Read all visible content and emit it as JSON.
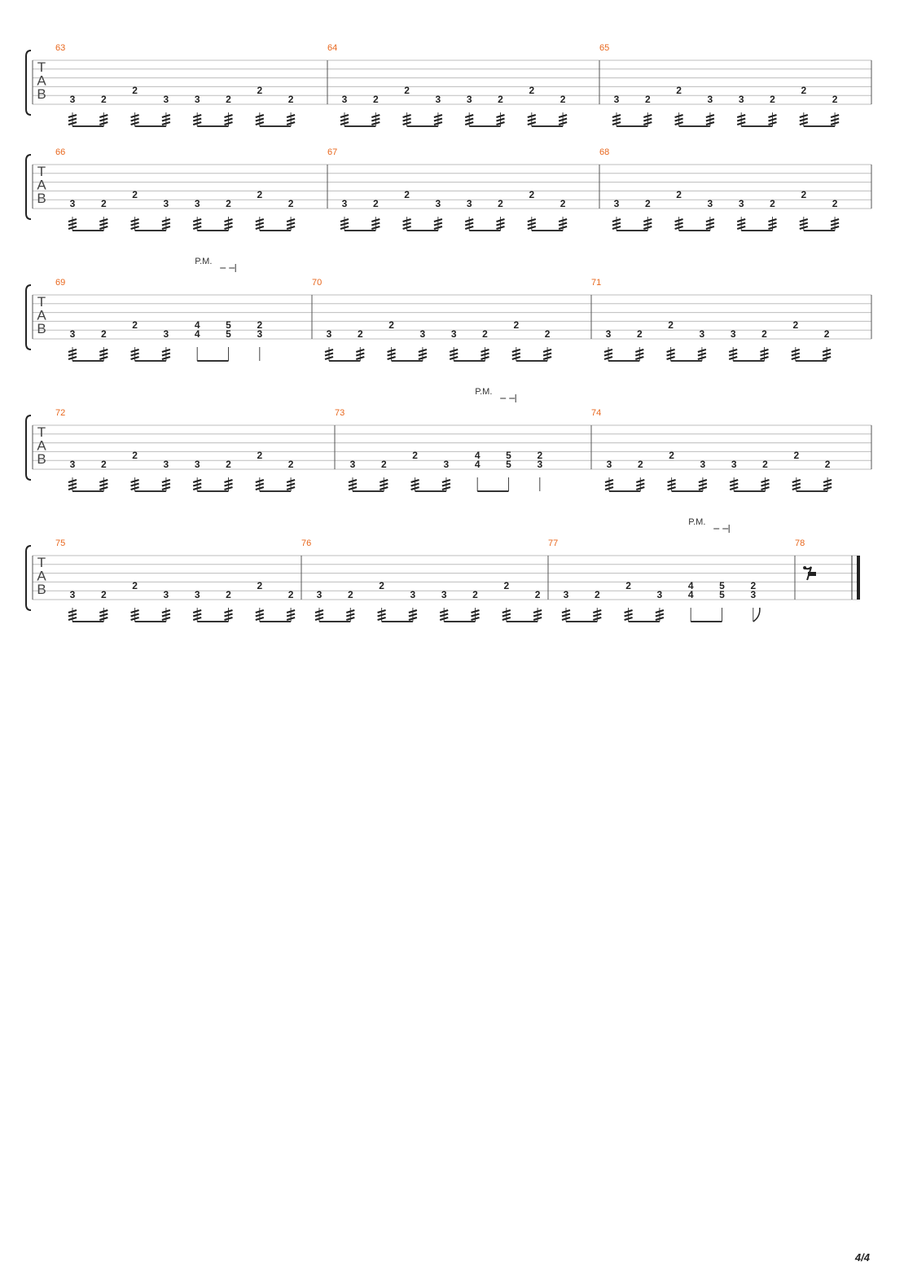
{
  "doc": {
    "page_indicator": "4/4",
    "tab_clef": [
      "T",
      "A",
      "B"
    ],
    "pm_label": "P.M.",
    "colors": {
      "bar_number": "#e8671d",
      "staff_line": "#bdbdbd",
      "note": "#222222"
    }
  },
  "systems": [
    {
      "measures": [
        {
          "number": "63",
          "pattern": "standard"
        },
        {
          "number": "64",
          "pattern": "standard"
        },
        {
          "number": "65",
          "pattern": "standard"
        }
      ]
    },
    {
      "measures": [
        {
          "number": "66",
          "pattern": "standard"
        },
        {
          "number": "67",
          "pattern": "standard"
        },
        {
          "number": "68",
          "pattern": "standard"
        }
      ]
    },
    {
      "measures": [
        {
          "number": "69",
          "pattern": "ending_pm"
        },
        {
          "number": "70",
          "pattern": "standard"
        },
        {
          "number": "71",
          "pattern": "standard"
        }
      ]
    },
    {
      "measures": [
        {
          "number": "72",
          "pattern": "standard"
        },
        {
          "number": "73",
          "pattern": "ending_pm"
        },
        {
          "number": "74",
          "pattern": "standard"
        }
      ]
    },
    {
      "measures": [
        {
          "number": "75",
          "pattern": "standard"
        },
        {
          "number": "76",
          "pattern": "standard"
        },
        {
          "number": "77",
          "pattern": "ending_pm_rest"
        },
        {
          "number": "78",
          "pattern": "whole_rest"
        }
      ]
    }
  ],
  "patterns": {
    "standard": [
      {
        "frets": [
          "3"
        ],
        "pair": 0
      },
      {
        "frets": [
          "2"
        ],
        "pair": 0
      },
      {
        "frets": [
          "2"
        ],
        "pair": 1,
        "high": true
      },
      {
        "frets": [
          "3"
        ],
        "pair": 1
      },
      {
        "frets": [
          "3"
        ],
        "pair": 2
      },
      {
        "frets": [
          "2"
        ],
        "pair": 2
      },
      {
        "frets": [
          "2"
        ],
        "pair": 3,
        "high": true
      },
      {
        "frets": [
          "2"
        ],
        "pair": 3
      }
    ],
    "ending_pm": [
      {
        "frets": [
          "3"
        ],
        "pair": 0
      },
      {
        "frets": [
          "2"
        ],
        "pair": 0
      },
      {
        "frets": [
          "2"
        ],
        "pair": 1,
        "high": true
      },
      {
        "frets": [
          "3"
        ],
        "pair": 1
      },
      {
        "frets": [
          "4",
          "4"
        ],
        "pair": 2,
        "chord": true
      },
      {
        "frets": [
          "5",
          "5"
        ],
        "pair": 2,
        "chord": true
      },
      {
        "frets": [
          "2",
          "3"
        ],
        "single": true,
        "chord": true
      }
    ],
    "ending_pm_rest": [
      {
        "frets": [
          "3"
        ],
        "pair": 0
      },
      {
        "frets": [
          "2"
        ],
        "pair": 0
      },
      {
        "frets": [
          "2"
        ],
        "pair": 1,
        "high": true
      },
      {
        "frets": [
          "3"
        ],
        "pair": 1
      },
      {
        "frets": [
          "4",
          "4"
        ],
        "pair": 2,
        "chord": true
      },
      {
        "frets": [
          "5",
          "5"
        ],
        "pair": 2,
        "chord": true
      },
      {
        "frets": [
          "2",
          "3"
        ],
        "flag": true,
        "chord": true
      },
      {
        "rest": "eighth"
      }
    ],
    "whole_rest": [
      {
        "rest": "half"
      }
    ]
  }
}
